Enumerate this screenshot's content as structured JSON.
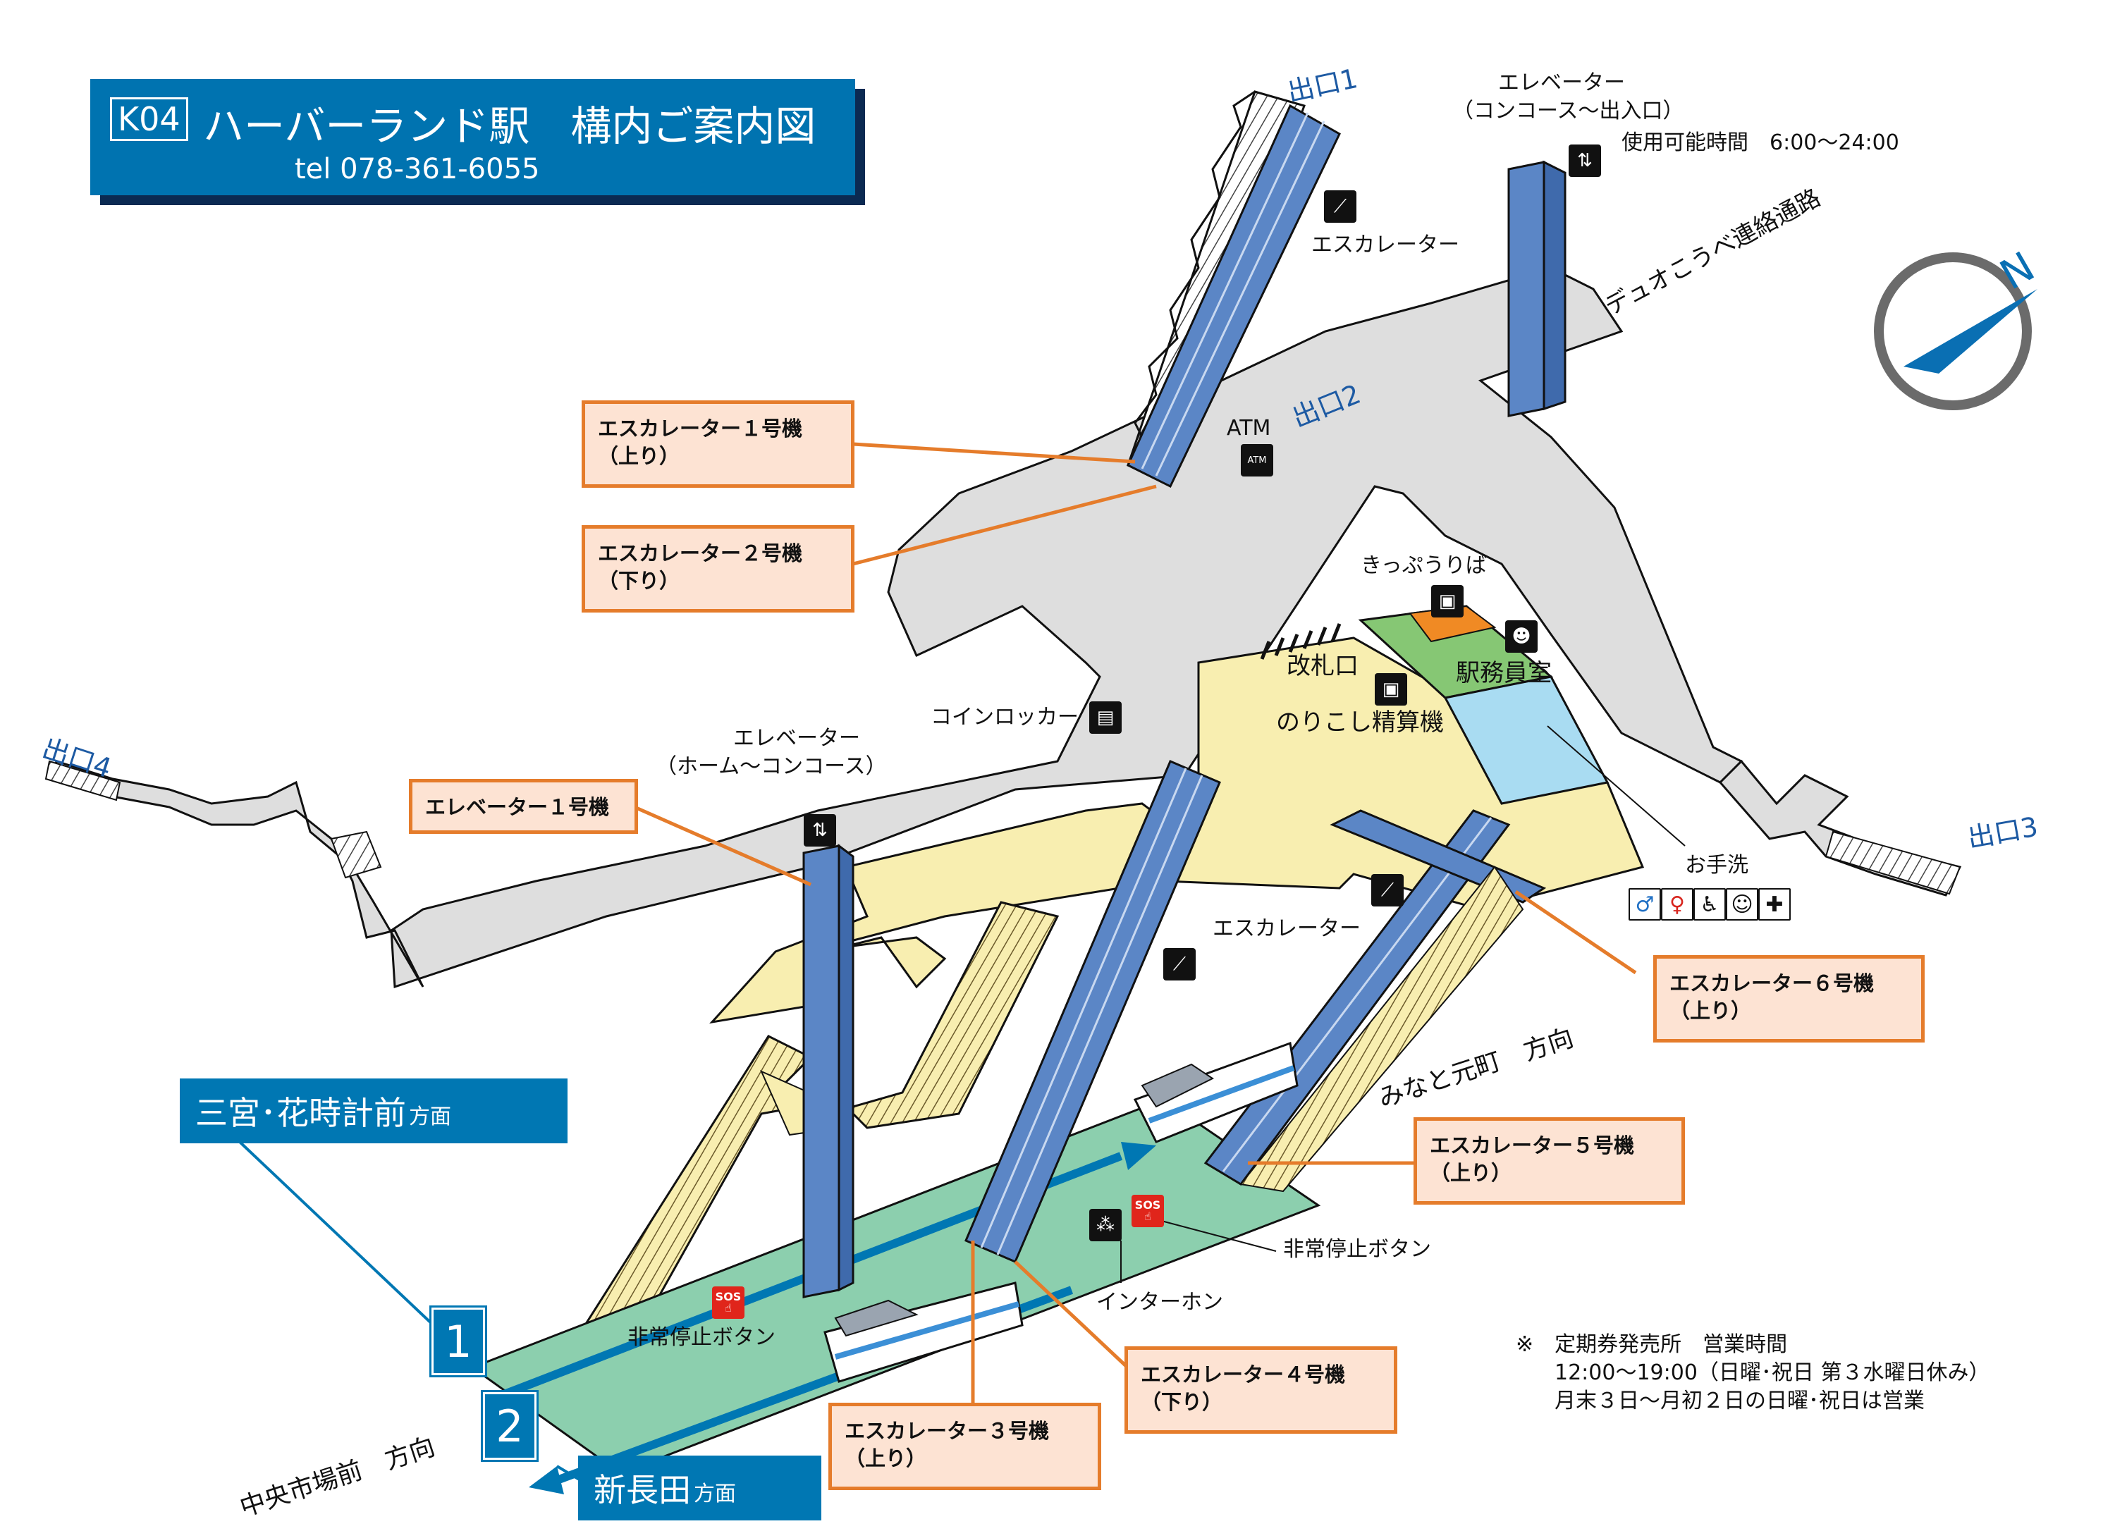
{
  "title": {
    "code": "K04",
    "name": "ハーバーランド駅　構内ご案内図",
    "tel": "tel 078-361-6055"
  },
  "exits": {
    "exit1": "出口1",
    "exit2": "出口2",
    "exit3": "出口3",
    "exit4": "出口4"
  },
  "elevator_top": {
    "line1": "エレベーター",
    "line2": "（コンコース～出入口）",
    "hours": "使用可能時間　6:00～24:00"
  },
  "labels": {
    "escalator_top": "エスカレーター",
    "duo_kobe": "デュオこうべ連絡通路",
    "atm": "ATM",
    "ticket_sales": "きっぷうりば",
    "gate": "改札口",
    "staff_room": "駅務員室",
    "coin_locker": "コインロッカー",
    "fare_adjust": "のりこし精算機",
    "elevator_platform_1": "エレベーター",
    "elevator_platform_2": "（ホーム～コンコース）",
    "escalator_mid": "エスカレーター",
    "restroom": "お手洗",
    "minato_direction": "みなと元町　方向",
    "chuo_direction": "中央市場前　方向",
    "emergency_button_left": "非常停止ボタン",
    "emergency_button_right": "非常停止ボタン",
    "intercom": "インターホン"
  },
  "callouts": {
    "esc1": {
      "line1": "エスカレーター１号機",
      "line2": "（上り）"
    },
    "esc2": {
      "line1": "エスカレーター２号機",
      "line2": "（下り）"
    },
    "elv1": {
      "line1": "エレベーター１号機"
    },
    "esc6": {
      "line1": "エスカレーター６号機",
      "line2": "（上り）"
    },
    "esc5": {
      "line1": "エスカレーター５号機",
      "line2": "（上り）"
    },
    "esc4": {
      "line1": "エスカレーター４号機",
      "line2": "（下り）"
    },
    "esc3": {
      "line1": "エスカレーター３号機",
      "line2": "（上り）"
    }
  },
  "directions": {
    "sannomiya": {
      "main": "三宮･花時計前",
      "suffix": "方面"
    },
    "shinnagata": {
      "main": "新長田",
      "suffix": "方面"
    }
  },
  "tracks": {
    "track1": "1",
    "track2": "2"
  },
  "compass": {
    "letter": "N"
  },
  "icons": {
    "sos_text": "SOS",
    "atm_icon_text": "ATM"
  },
  "notice": {
    "line1": "※　定期券発売所　営業時間",
    "line2": "12:00～19:00（日曜･祝日 第３水曜日休み）",
    "line3": "月末３日～月初２日の日曜･祝日は営業"
  },
  "colors": {
    "title_blue": "#0073b0",
    "concourse_gray": "#dedede",
    "paid_area_yellow": "#f8eeb0",
    "platform_green": "#8ccfae",
    "escalator_blue": "#5b86c6",
    "callout_fill": "#fde3d3",
    "callout_border": "#e57c2b",
    "staff_room_green": "#86c774",
    "ticket_orange": "#f08a24",
    "restroom_blue": "#a9dcf2"
  }
}
